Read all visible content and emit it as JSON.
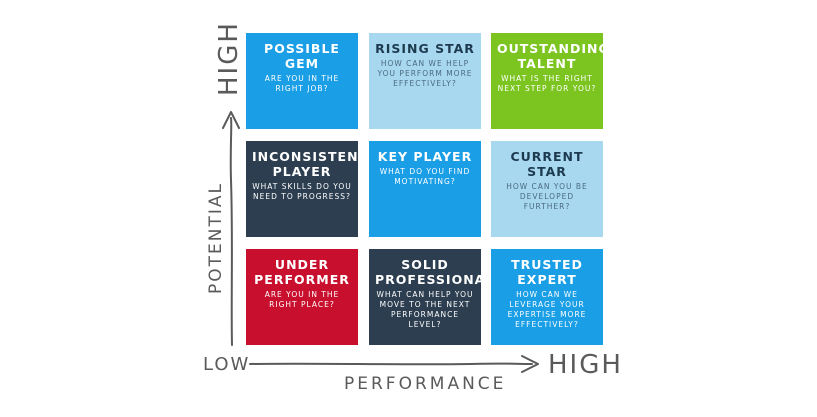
{
  "axes": {
    "y_high": "HIGH",
    "y_label": "POTENTIAL",
    "x_low": "LOW",
    "x_high": "HIGH",
    "x_label": "PERFORMANCE",
    "color": "#5a5a5a"
  },
  "grid": [
    {
      "title": "POSSIBLE GEM",
      "question": "ARE YOU IN THE RIGHT JOB?",
      "color": "#1a9ee6",
      "tone": "dark"
    },
    {
      "title": "RISING STAR",
      "question": "HOW CAN WE HELP YOU PERFORM MORE EFFECTIVELY?",
      "color": "#a8d8f0",
      "tone": "light"
    },
    {
      "title": "OUTSTANDING TALENT",
      "question": "WHAT IS THE RIGHT NEXT STEP FOR YOU?",
      "color": "#7cc520",
      "tone": "dark"
    },
    {
      "title": "INCONSISTENT PLAYER",
      "question": "WHAT SKILLS DO YOU NEED TO PROGRESS?",
      "color": "#2c3e50",
      "tone": "dark"
    },
    {
      "title": "KEY PLAYER",
      "question": "WHAT DO YOU FIND MOTIVATING?",
      "color": "#1a9ee6",
      "tone": "dark"
    },
    {
      "title": "CURRENT STAR",
      "question": "HOW CAN YOU BE DEVELOPED FURTHER?",
      "color": "#a8d8f0",
      "tone": "light"
    },
    {
      "title": "UNDER PERFORMER",
      "question": "ARE YOU IN THE RIGHT PLACE?",
      "color": "#c8102e",
      "tone": "dark"
    },
    {
      "title": "SOLID PROFESSIONAL",
      "question": "WHAT CAN HELP YOU MOVE TO THE NEXT PERFORMANCE LEVEL?",
      "color": "#2c3e50",
      "tone": "dark"
    },
    {
      "title": "TRUSTED EXPERT",
      "question": "HOW CAN WE LEVERAGE YOUR EXPERTISE MORE EFFECTIVELY?",
      "color": "#1a9ee6",
      "tone": "dark"
    }
  ]
}
